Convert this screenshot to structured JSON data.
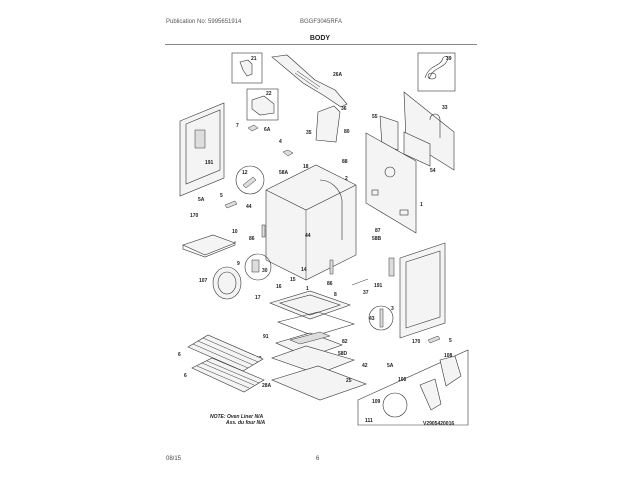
{
  "header": {
    "publication": "Publication No: 5995651914",
    "model": "BGGF3045RFA",
    "section_title": "BODY"
  },
  "footer": {
    "date": "08/15",
    "page": "6"
  },
  "note": {
    "line1": "NOTE: Oven Liner N/A",
    "line2": "Ass. du four N/A"
  },
  "diagram_id": "V2905420016",
  "part_labels": {
    "p21": "21",
    "p22": "22",
    "p26a": "26A",
    "p39": "39",
    "p33": "33",
    "p7": "7",
    "p6a": "6A",
    "p191a": "191",
    "p36": "36",
    "p35": "35",
    "p80": "80",
    "p88": "88",
    "p4": "4",
    "p55": "55",
    "p54": "54",
    "p12": "12",
    "p18": "18",
    "p58a": "58A",
    "p2": "2",
    "p5a": "5A",
    "p5": "5",
    "p170": "170",
    "p44a": "44",
    "p44b": "44",
    "p1": "1",
    "p87": "87",
    "p58b": "58B",
    "p10": "10",
    "p9": "9",
    "p86": "86",
    "p107": "107",
    "p30": "30",
    "p14": "14",
    "p15": "15",
    "p16": "16",
    "p17": "17",
    "p86b": "86",
    "p3": "3",
    "p191b": "191",
    "p37": "37",
    "p43": "43",
    "p8": "8",
    "p6": "6",
    "p6b": "6",
    "p91": "91",
    "p82": "82",
    "p90": "90",
    "p58d": "58D",
    "p42": "42",
    "p28a": "28A",
    "p25": "25",
    "p5b": "5",
    "p170b": "170",
    "p5a2": "5A",
    "p108": "108",
    "p106": "106",
    "p109": "109",
    "p111": "111"
  }
}
